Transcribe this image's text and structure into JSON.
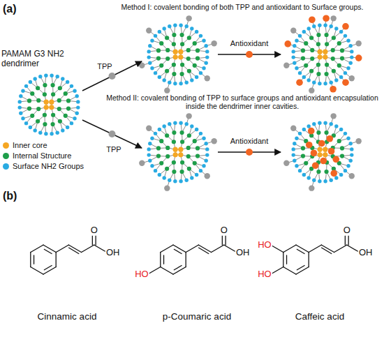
{
  "diagram": {
    "nodes": [
      {
        "text": [
          "PAMAM G3 NH2 dendrimer"
        ]
      }
    ],
    "labels": [
      "(a)",
      "Method I: covalent bonding of both TPP and antioxidant to Surface groups.",
      "TPP",
      "Antioxidant",
      "Method II: covalent bonding of TPP to surface groups and antioxidant encapsulation inside the dendrimer inner cavities.",
      "TPP",
      "Antioxidant",
      "(b)",
      "O",
      "OH",
      "Cinnamic acid",
      "HO",
      "O",
      "OH",
      "p-Coumaric acid",
      "HO",
      "HO",
      "O",
      "OH",
      "Caffeic acid"
    ],
    "legend": [
      {
        "text": "Inner core",
        "color": "#f5a623"
      },
      {
        "text": "Internal Structure",
        "color": "#1e9e4a"
      },
      {
        "text": "Surface NH2 Groups",
        "color": "#29abe2"
      }
    ]
  }
}
